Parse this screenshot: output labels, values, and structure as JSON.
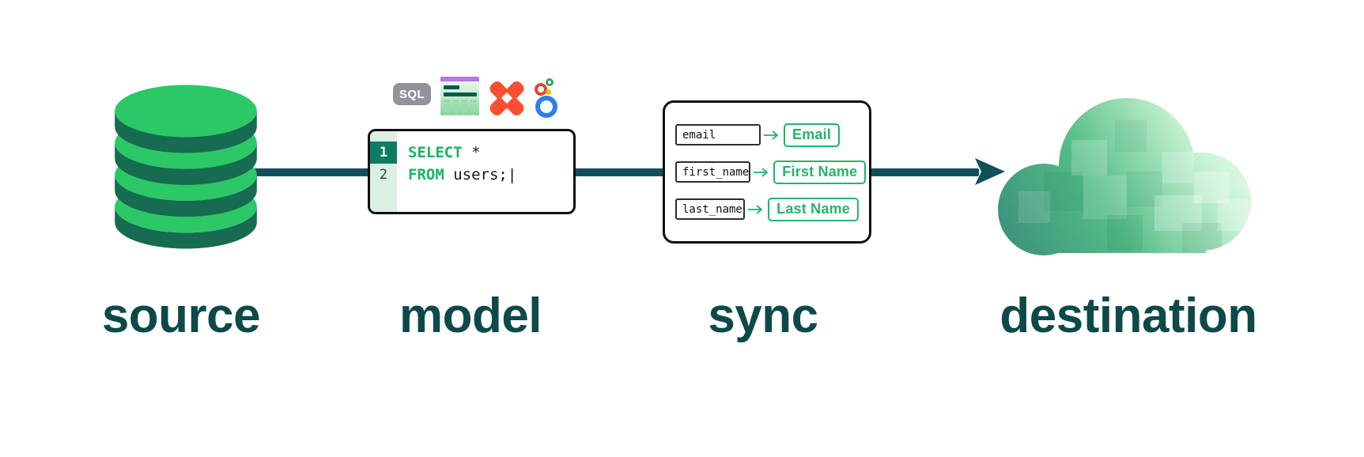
{
  "stage_labels": {
    "source": "source",
    "model": "model",
    "sync": "sync",
    "destination": "destination"
  },
  "model": {
    "sql_badge": "SQL",
    "icons": [
      "sql-badge",
      "spreadsheet-icon",
      "dbt-icon",
      "looker-icon"
    ],
    "code": {
      "lines": [
        {
          "number": "1",
          "keyword": "SELECT",
          "rest": " *"
        },
        {
          "number": "2",
          "keyword": "FROM",
          "rest": " users;"
        }
      ],
      "cursor": "|"
    }
  },
  "sync": {
    "mappings": [
      {
        "source_field": "email",
        "dest_field": "Email"
      },
      {
        "source_field": "first_name",
        "dest_field": "First Name"
      },
      {
        "source_field": "last_name",
        "dest_field": "Last Name"
      }
    ]
  },
  "icons": [
    "database-icon",
    "cloud-icon",
    "flow-arrow-icon",
    "mapping-arrow-icon"
  ],
  "colors": {
    "flow_line": "#11505b",
    "label_text": "#0d4949",
    "db_green": "#2cc868",
    "db_side": "#166b51",
    "keyword_green": "#18b461",
    "gutter_active_bg": "#0e7c61",
    "gutter_bg": "#dcefe3",
    "sync_green": "#23b46c",
    "dbt_orange": "#fb4f32",
    "looker_blue": "#2e7df0",
    "looker_red": "#e8432f",
    "looker_green": "#2da94f",
    "looker_yellow": "#fdbd00",
    "sheet_purple": "#b17add",
    "sheet_dark": "#0b5a4e",
    "sql_badge_gray": "#90949a",
    "cloud_gradient": [
      "#3a8b7b",
      "#53bc86",
      "#c8f3d3",
      "#f4fff5"
    ]
  }
}
